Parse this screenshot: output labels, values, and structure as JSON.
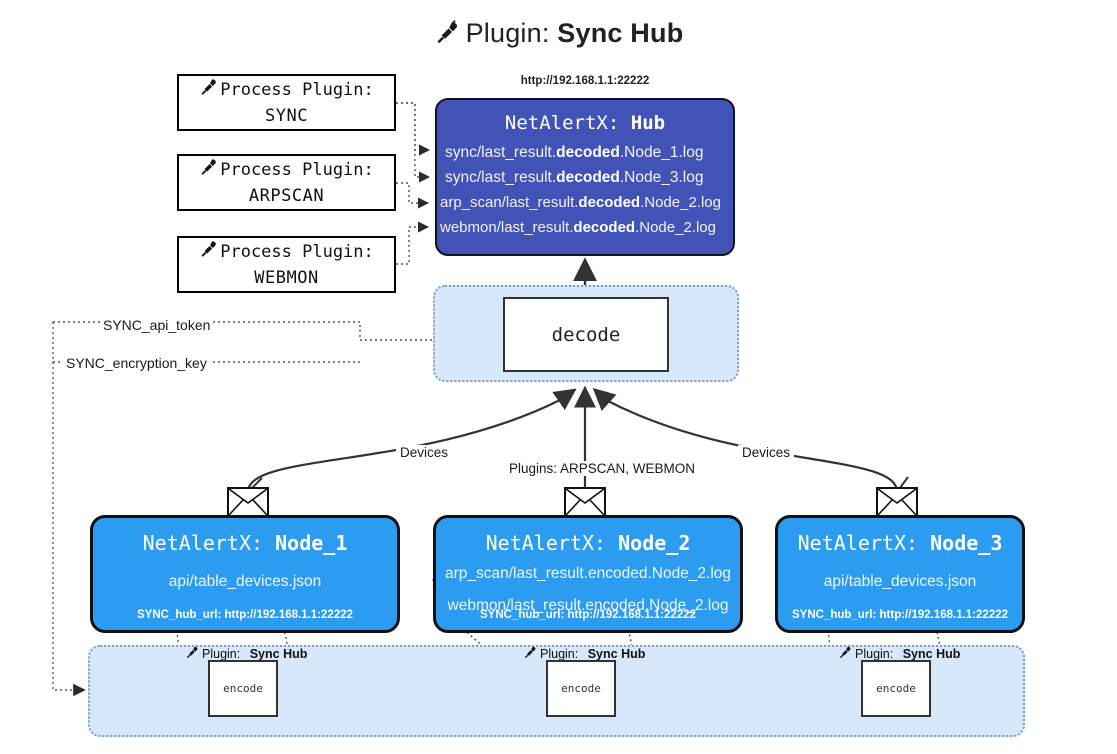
{
  "title": {
    "icon": "plug-icon",
    "prefix": "Plugin:",
    "name": "Sync Hub"
  },
  "process_plugins": [
    {
      "icon": "plug-icon",
      "label": "Process Plugin:",
      "name": "SYNC"
    },
    {
      "icon": "plug-icon",
      "label": "Process Plugin:",
      "name": "ARPSCAN"
    },
    {
      "icon": "plug-icon",
      "label": "Process Plugin:",
      "name": "WEBMON"
    }
  ],
  "hub": {
    "url": "http://192.168.1.1:22222",
    "title_prefix": "NetAlertX:",
    "title_name": "Hub",
    "logs": [
      {
        "pre": "sync/last_result.",
        "em": "decoded",
        "post": ".Node_1.log"
      },
      {
        "pre": "sync/last_result.",
        "em": "decoded",
        "post": ".Node_3.log"
      },
      {
        "pre": "arp_scan/last_result.",
        "em": "decoded",
        "post": ".Node_2.log"
      },
      {
        "pre": "webmon/last_result.",
        "em": "decoded",
        "post": ".Node_2.log"
      }
    ]
  },
  "decode": {
    "label": "decode"
  },
  "keys": {
    "api_token": "SYNC_api_token",
    "encryption_key": "SYNC_encryption_key"
  },
  "edges": {
    "devices_left": "Devices",
    "devices_right": "Devices",
    "plugins_middle": "Plugins: ARPSCAN, WEBMON"
  },
  "nodes": [
    {
      "title_prefix": "NetAlertX:",
      "title_name": "Node_1",
      "lines": [
        "api/table_devices.json"
      ],
      "hub_url_label": "SYNC_hub_url: http://192.168.1.1:22222",
      "envelope_icon": "envelope-icon"
    },
    {
      "title_prefix": "NetAlertX:",
      "title_name": "Node_2",
      "lines": [
        "arp_scan/last_result.encoded.Node_2.log",
        "webmon/last_result.encoded.Node_2.log"
      ],
      "hub_url_label": "SYNC_hub_url: http://192.168.1.1:22222",
      "envelope_icon": "envelope-icon"
    },
    {
      "title_prefix": "NetAlertX:",
      "title_name": "Node_3",
      "lines": [
        "api/table_devices.json"
      ],
      "hub_url_label": "SYNC_hub_url: http://192.168.1.1:22222",
      "envelope_icon": "envelope-icon"
    }
  ],
  "encoders": [
    {
      "plugin_prefix": "Plugin:",
      "plugin_name": "Sync Hub",
      "label": "encode",
      "icon": "plug-icon"
    },
    {
      "plugin_prefix": "Plugin:",
      "plugin_name": "Sync Hub",
      "label": "encode",
      "icon": "plug-icon"
    },
    {
      "plugin_prefix": "Plugin:",
      "plugin_name": "Sync Hub",
      "label": "encode",
      "icon": "plug-icon"
    }
  ],
  "colors": {
    "hub_fill": "#4253b8",
    "node_fill": "#2b9cf0",
    "zone_fill": "#d6e8f9",
    "zone_border": "#7f9fbf",
    "stroke": "#333333"
  }
}
